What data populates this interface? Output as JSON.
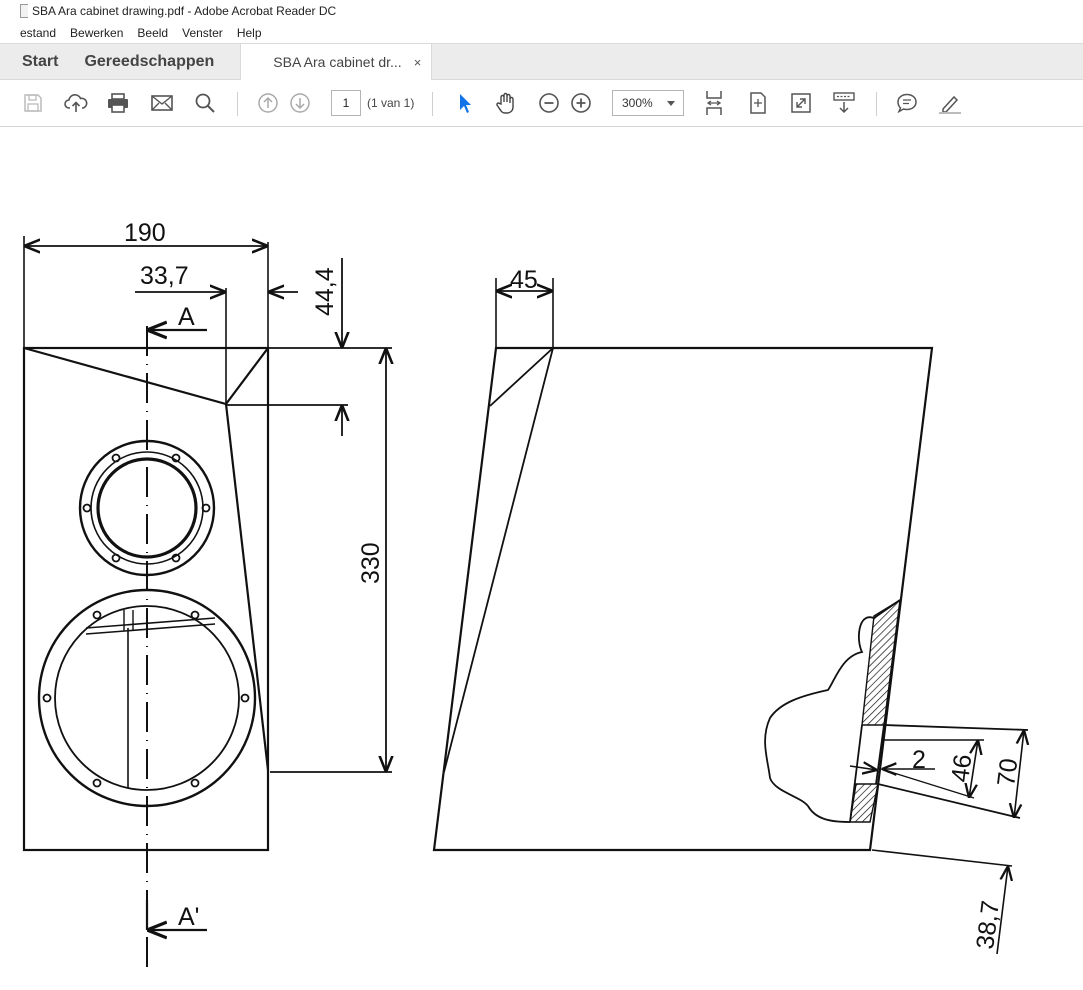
{
  "window": {
    "title": "SBA Ara cabinet drawing.pdf - Adobe Acrobat Reader DC"
  },
  "menu": [
    "estand",
    "Bewerken",
    "Beeld",
    "Venster",
    "Help"
  ],
  "tabs": {
    "home": "Start",
    "tools": "Gereedschappen",
    "document": "SBA Ara cabinet dr...",
    "close": "×"
  },
  "toolbar": {
    "page_number": "1",
    "page_count": "(1 van 1)",
    "zoom": "300%",
    "icons": [
      "save-icon",
      "upload-cloud-icon",
      "print-icon",
      "email-icon",
      "search-icon",
      "page-up-icon",
      "page-down-icon",
      "select-arrow-icon",
      "hand-tool-icon",
      "zoom-out-icon",
      "zoom-in-icon",
      "fit-width-icon",
      "fit-page-icon",
      "full-screen-icon",
      "scroll-mode-icon",
      "comment-icon",
      "highlight-pen-icon"
    ],
    "accent_color": "#1473e6"
  },
  "drawing": {
    "dims": {
      "width": "190",
      "offset": "33,7",
      "top_height": "44,4",
      "side_top": "45",
      "height": "330",
      "wall": "2",
      "port_inner": "46",
      "port_outer": "70",
      "port_offset": "38,7"
    },
    "section_labels": {
      "top": "A",
      "bottom": "A'"
    }
  }
}
